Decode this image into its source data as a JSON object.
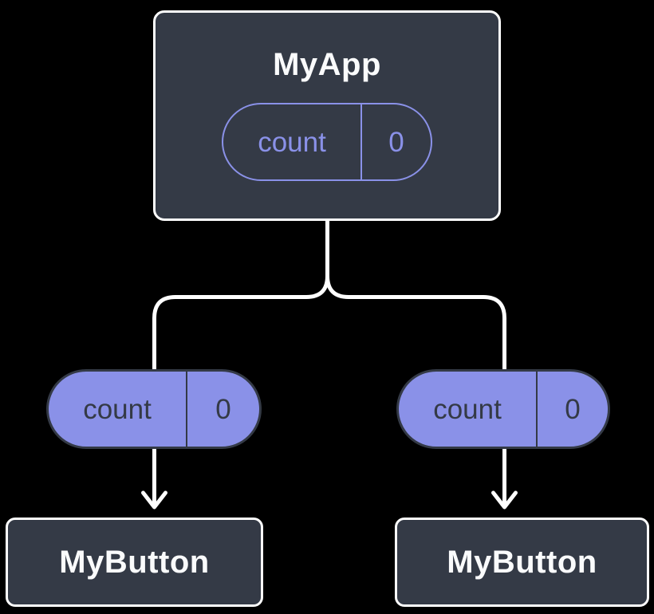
{
  "diagram": {
    "description": "Component tree diagram showing lifted state: MyApp holds count state and passes count as a prop to two MyButton children",
    "colors": {
      "background": "#000000",
      "node_fill": "#343A46",
      "node_border": "#FFFFFF",
      "accent_purple": "#8A91E8",
      "connector": "#FFFFFF",
      "pill_text_dark": "#343A46",
      "title_text": "#FAFBFC"
    },
    "root": {
      "title": "MyApp",
      "state": {
        "name": "count",
        "value": "0"
      }
    },
    "props": [
      {
        "name": "count",
        "value": "0"
      },
      {
        "name": "count",
        "value": "0"
      }
    ],
    "children": [
      {
        "title": "MyButton"
      },
      {
        "title": "MyButton"
      }
    ]
  }
}
